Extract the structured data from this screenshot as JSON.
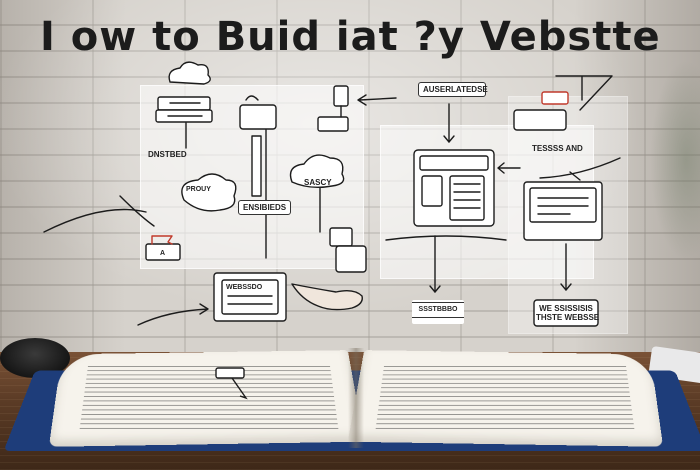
{
  "title": "I ow to Buid iat ?y Vebstte",
  "labels": {
    "cloud_top": "",
    "left_box": "",
    "left_note": "DNSTBED",
    "cloud_left": "PROUY",
    "cloud_mid": "SASCY",
    "center_box": "ENSIBIEDS",
    "top_mid_box": "AUSERLATEDSE",
    "right_note": "TESSSS AND",
    "bottom_center_box": "WEBSSDO",
    "bottom_mid_label": "SSSTBBBO",
    "bottom_right_box_line1": "WE SSISSISIS",
    "bottom_right_box_line2": "THSTE WEBSSE",
    "flag_box": "A"
  },
  "colors": {
    "ink": "#1c1c1c",
    "accent_red": "#c0392b",
    "book_cover": "#1e3d7a"
  },
  "icons": [
    "cloud-icon",
    "server-icon",
    "flag-icon",
    "hand-pointer-icon",
    "monitor-icon",
    "mouse-icon",
    "keyboard-icon"
  ]
}
